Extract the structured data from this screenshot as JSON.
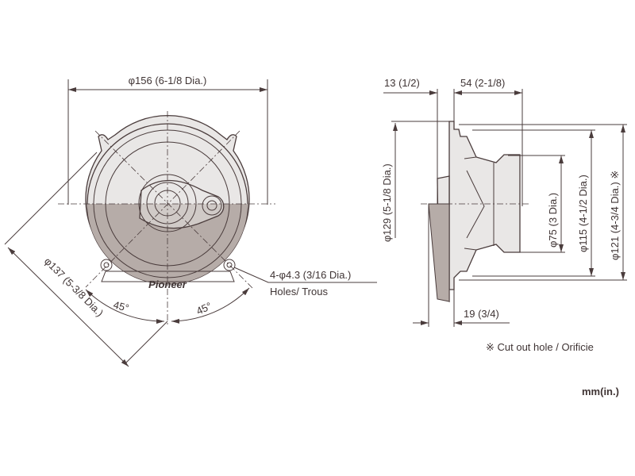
{
  "front_view": {
    "outer_diameter": "φ156 (6-1/8 Dia.)",
    "hole_circle_diameter": "φ137 (5-3/8 Dia.)",
    "angle_left": "45°",
    "angle_right": "45°",
    "holes_spec": "4-φ4.3 (3/16 Dia.)",
    "holes_label": "Holes/ Trous",
    "brand_logo": "Pioneer"
  },
  "side_view": {
    "flange_depth": "13 (1/2)",
    "mount_depth": "54 (2-1/8)",
    "front_protrusion": "19 (3/4)",
    "flange_diameter": "φ129 (5-1/8 Dia.)",
    "magnet_diameter": "φ75 (3 Dia.)",
    "basket_diameter": "φ115 (4-1/2 Dia.)",
    "cutout_diameter": "φ121 (4-3/4 Dia.) ※"
  },
  "notes": {
    "cutout_note": "※ Cut out hole / Orificie",
    "units": "mm(in.)"
  },
  "colors": {
    "line": "#4a3c3c",
    "body": "#e9e7e6",
    "shade": "#b6aca8"
  }
}
